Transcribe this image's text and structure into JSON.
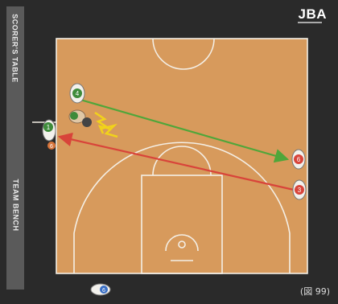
{
  "sidebar": {
    "top_label": "SCORER'S TABLE",
    "bottom_label": "TEAM BENCH"
  },
  "logo": {
    "text": "JBA"
  },
  "caption": "(図 99)",
  "players": {
    "green_top": "4",
    "green_sideline": "1",
    "orange_sideline": "6",
    "red_upper": "6",
    "red_lower": "3",
    "blue_bottom": "6"
  },
  "colors": {
    "court": "#d79a5c",
    "court_lines": "#f4efe6",
    "green_arrow": "#4fa63a",
    "red_arrow": "#d8443a",
    "spark": "#f1d21b",
    "surround": "#2a2a2a"
  }
}
